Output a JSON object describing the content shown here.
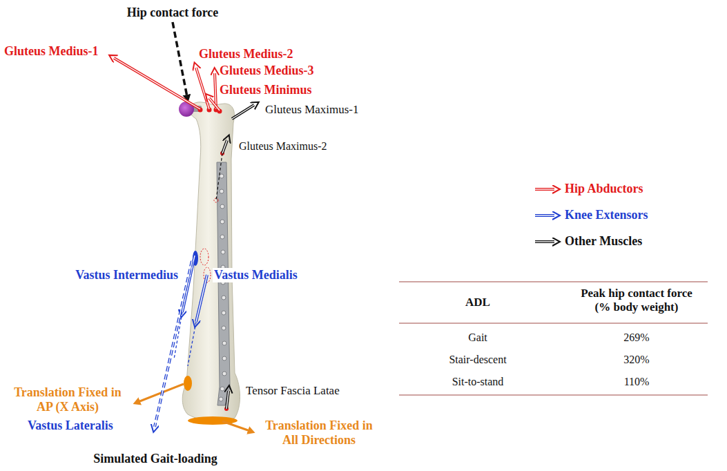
{
  "diagram": {
    "caption": "Simulated Gait-loading",
    "labels": [
      "Hip contact force",
      "Gluteus Medius-1",
      "Gluteus Medius-2",
      "Gluteus Medius-3",
      "Gluteus Minimus",
      "Gluteus Maximus-1",
      "Gluteus Maximus-2",
      "Vastus Intermedius",
      "Vastus Medialis",
      "Translation Fixed in AP (X Axis)",
      "Tensor Fascia Latae",
      "Vastus Lateralis",
      "Translation Fixed in All Directions",
      "ADL",
      "Peak hip contact force (% body weight)",
      "Gait",
      "269%",
      "Stair-descent",
      "320%",
      "Sit-to-stand",
      "110%"
    ],
    "legend": [
      {
        "text": "Hip Abductors"
      },
      {
        "text": "Knee Extensors"
      },
      {
        "text": "Other Muscles"
      }
    ]
  }
}
